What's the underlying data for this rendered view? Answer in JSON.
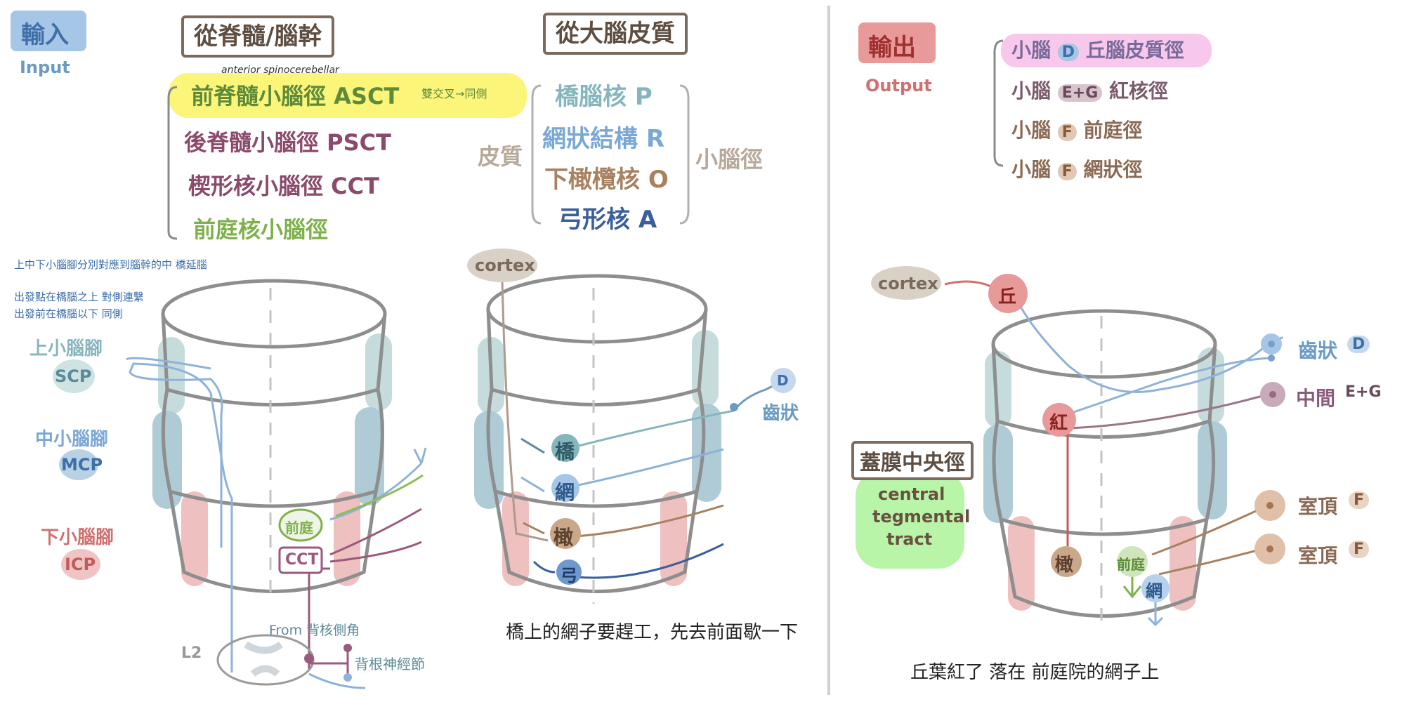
{
  "colors": {
    "blue": "#7aa8d6",
    "teal": "#86b6bd",
    "red": "#d07070",
    "pink": "#e8a7a7",
    "green": "#7fb04a",
    "maroon": "#9a5a7c",
    "brown": "#a88260",
    "navy": "#3a5f9a",
    "highlight_yellow": "#fbf57a",
    "highlight_pink": "#f7c8ec",
    "highlight_green": "#b8f5a8",
    "highlight_blue": "#a6c6e8",
    "highlight_red": "#e89a9a"
  },
  "input_section": {
    "label_zh": "輸入",
    "label_en": "Input",
    "spinal_box": "從脊髓/腦幹",
    "cortex_box": "從大腦皮質",
    "asct_note": "anterior spinocerebellar",
    "spinal_tracts": [
      {
        "name": "前脊髓小腦徑 ASCT",
        "note": "雙交叉→同側"
      },
      {
        "name": "後脊髓小腦徑 PSCT",
        "note": ""
      },
      {
        "name": "楔形核小腦徑 CCT",
        "note": ""
      },
      {
        "name": "前庭核小腦徑",
        "note": ""
      }
    ],
    "cortex_left_label": "皮質",
    "cortex_right_label": "小腦徑",
    "cortex_nuclei": [
      "橋腦核 P",
      "網狀結構 R",
      "下橄欖核 O",
      "弓形核 A"
    ],
    "notes": [
      "上中下小腦腳分別對應到腦幹的中 橋延腦",
      "出發點在橋腦之上 對側連繫",
      "出發前在橋腦以下 同側"
    ],
    "peduncles": [
      {
        "zh": "上小腦腳",
        "abbr": "SCP"
      },
      {
        "zh": "中小腦腳",
        "abbr": "MCP"
      },
      {
        "zh": "下小腦腳",
        "abbr": "ICP"
      }
    ],
    "diagram1_labels": {
      "vestibular": "前庭",
      "cct": "CCT",
      "level": "L2",
      "from": "From 背核側角",
      "ganglion": "背根神經節"
    },
    "diagram2_labels": {
      "cortex": "cortex",
      "dentate_letter": "D",
      "dentate": "齒狀",
      "pons": "橋",
      "reticular": "網",
      "olive": "橄",
      "arcuate": "弓"
    },
    "mnemonic": "橋上的網子要趕工，先去前面歇一下"
  },
  "output_section": {
    "label_zh": "輸出",
    "label_en": "Output",
    "tracts": [
      {
        "a": "小腦",
        "nucleus": "D",
        "b": "丘腦皮質徑"
      },
      {
        "a": "小腦",
        "nucleus": "E+G",
        "b": "紅核徑"
      },
      {
        "a": "小腦",
        "nucleus": "F",
        "b": "前庭徑"
      },
      {
        "a": "小腦",
        "nucleus": "F",
        "b": "網狀徑"
      }
    ],
    "diagram_labels": {
      "cortex": "cortex",
      "thalamus": "丘",
      "red": "紅",
      "olive": "橄",
      "vestibular": "前庭",
      "reticular": "網",
      "dentate": "齒狀",
      "dentate_letter": "D",
      "middle": "中間",
      "middle_letter": "E+G",
      "fastigial1": "室頂",
      "fastigial1_letter": "F",
      "fastigial2": "室頂",
      "fastigial2_letter": "F"
    },
    "ctt_box": "蓋膜中央徑",
    "ctt_en": [
      "central",
      "tegmental",
      "tract"
    ],
    "mnemonic": "丘葉紅了 落在 前庭院的網子上"
  }
}
